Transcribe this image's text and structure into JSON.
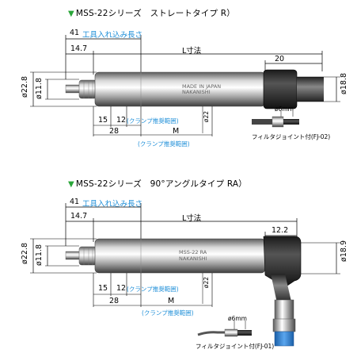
{
  "colors": {
    "accent": "#2aa63a",
    "note_blue": "#1f8fd8"
  },
  "section_r": {
    "marker_icon": "triangle-down-icon",
    "title": "MSS-22シリーズ　ストレートタイプ R）",
    "dim_41": "41",
    "tool_insert_note": "工具入れ込み長さ",
    "dim_14_7": "14.7",
    "dim_L": "L寸法",
    "dim_20": "20",
    "dim_dia_22_8": "ø22.8",
    "dim_dia_11_8": "ø11.8",
    "dim_dia_18_8": "ø18.8",
    "dim_15": "15",
    "dim_12": "12",
    "clamp_note": "(クランプ推奨範囲)",
    "dim_28": "28",
    "dim_M": "M",
    "dim_dia_22_small": "ø22",
    "clamp_range_note": "(クランプ推奨範囲)",
    "dim_6mm": "ø6mm",
    "joint_label": "フィルタジョイント付(FJ-02)",
    "body_text_1": "MADE IN JAPAN",
    "body_text_2": "NAKANISHI"
  },
  "section_ra": {
    "marker_icon": "triangle-down-icon",
    "title": "MSS-22シリーズ　90°アングルタイプ RA）",
    "dim_41": "41",
    "tool_insert_note": "工具入れ込み長さ",
    "dim_14_7": "14.7",
    "dim_L": "L寸法",
    "dim_12_2": "12.2",
    "dim_dia_22_8": "ø22.8",
    "dim_dia_11_8": "ø11.8",
    "dim_dia_18_9": "ø18.9",
    "dim_15": "15",
    "dim_12": "12",
    "clamp_note": "(クランプ推奨範囲)",
    "dim_28": "28",
    "dim_M": "M",
    "dim_dia_22_small": "ø22",
    "clamp_range_note": "(クランプ推奨範囲)",
    "dim_6mm": "ø6mm",
    "joint_label": "フィルタジョイント付(FJ-01)",
    "body_text_1": "MSS-22 RA",
    "body_text_2": "NAKANISHI"
  }
}
